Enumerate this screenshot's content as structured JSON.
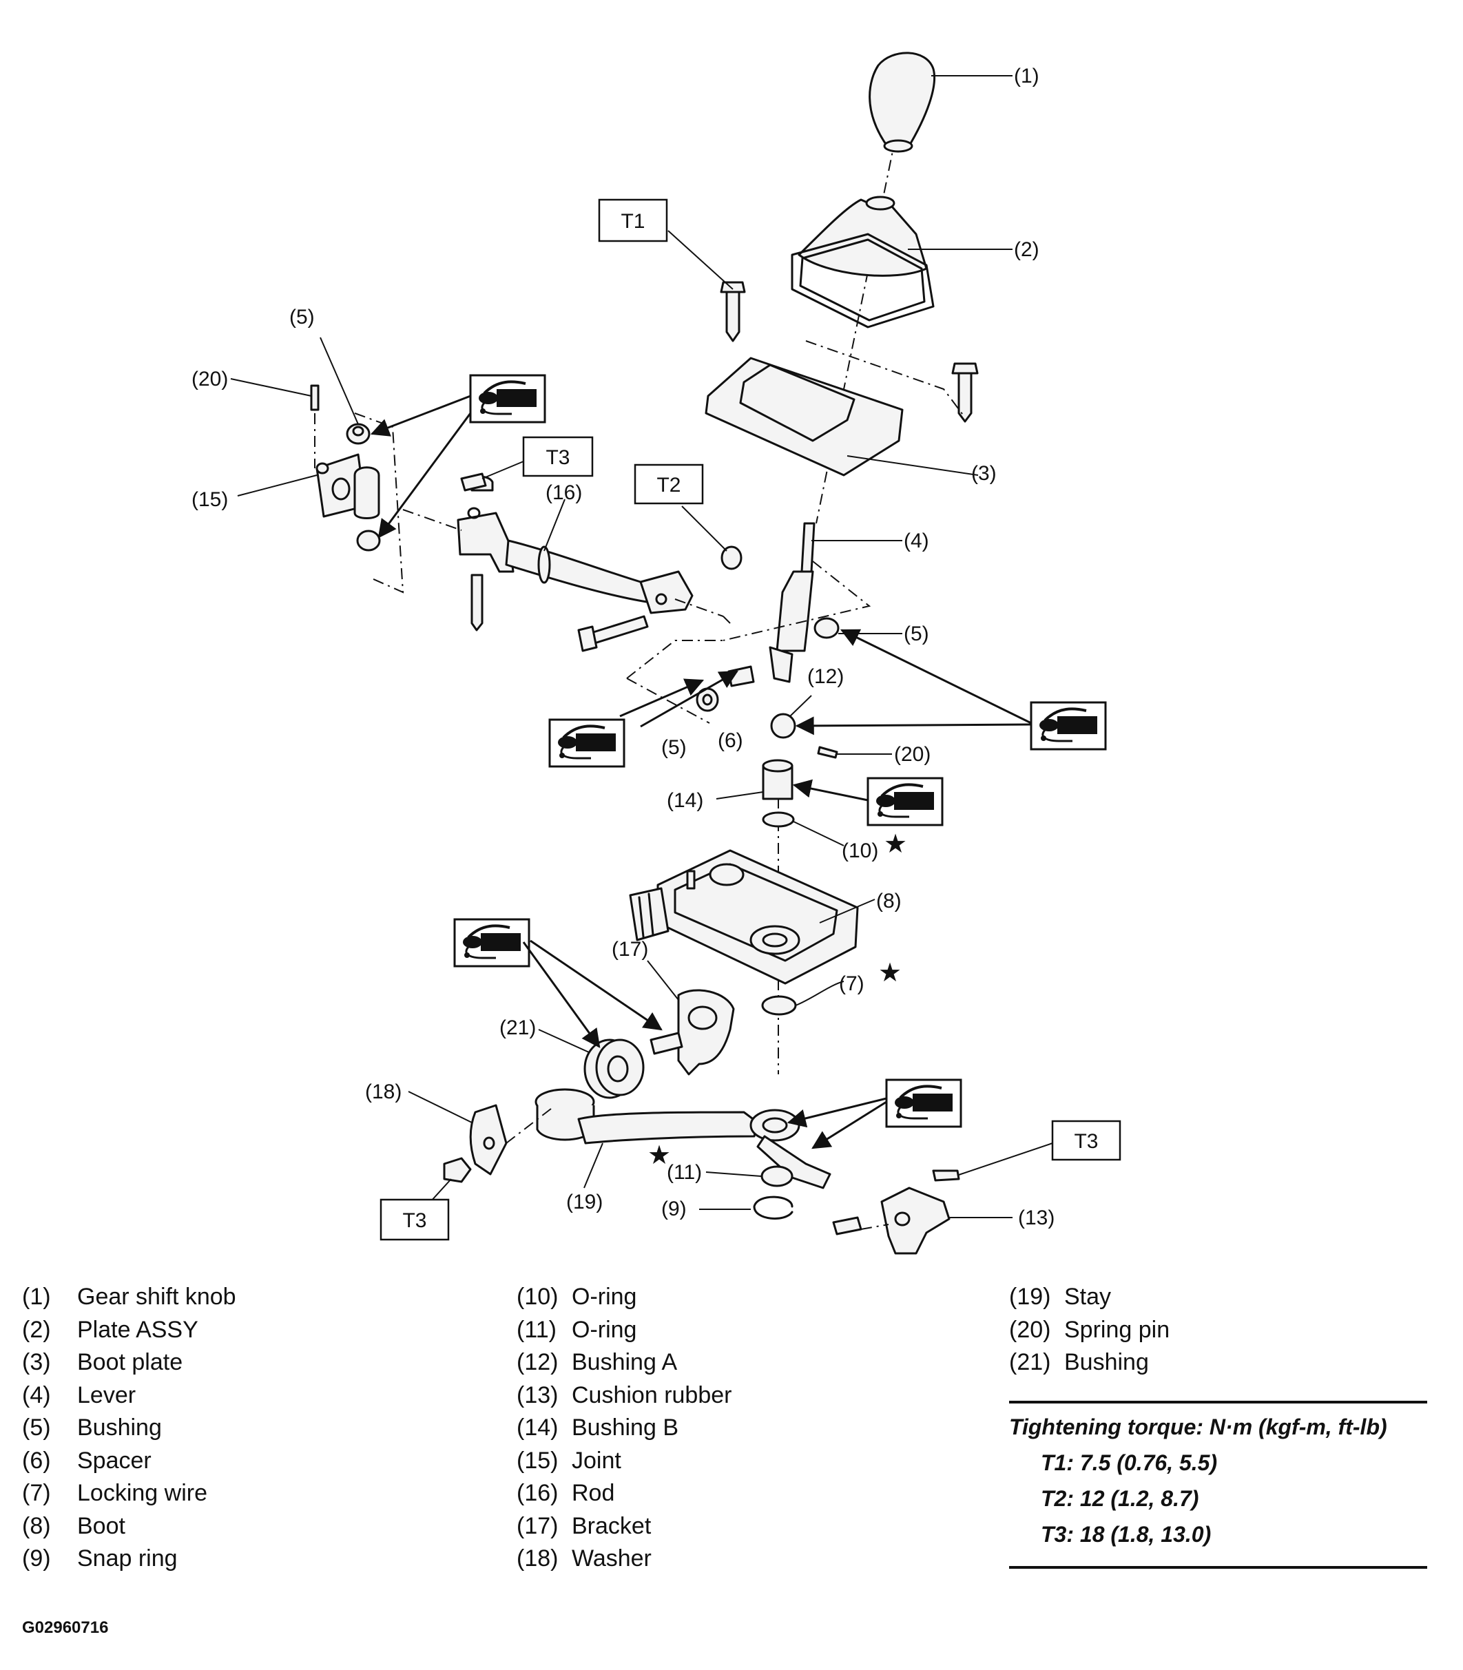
{
  "diagram": {
    "callouts": {
      "c1": "(1)",
      "c2": "(2)",
      "c3": "(3)",
      "c4": "(4)",
      "c5a": "(5)",
      "c5b": "(5)",
      "c5c": "(5)",
      "c6": "(6)",
      "c7": "(7)",
      "c8": "(8)",
      "c10": "(10)",
      "c11": "(11)",
      "c9": "(9)",
      "c12": "(12)",
      "c13": "(13)",
      "c14": "(14)",
      "c15": "(15)",
      "c16": "(16)",
      "c17": "(17)",
      "c18": "(18)",
      "c19": "(19)",
      "c20a": "(20)",
      "c20b": "(20)",
      "c21": "(21)"
    },
    "torque_tags": {
      "t1": "T1",
      "t2": "T2",
      "t3a": "T3",
      "t3b": "T3",
      "t3c": "T3"
    },
    "marks": {
      "star": "★"
    }
  },
  "legend": {
    "col1": [
      {
        "num": "(1)",
        "name": "Gear shift knob"
      },
      {
        "num": "(2)",
        "name": "Plate ASSY"
      },
      {
        "num": "(3)",
        "name": "Boot plate"
      },
      {
        "num": "(4)",
        "name": "Lever"
      },
      {
        "num": "(5)",
        "name": "Bushing"
      },
      {
        "num": "(6)",
        "name": "Spacer"
      },
      {
        "num": "(7)",
        "name": "Locking wire"
      },
      {
        "num": "(8)",
        "name": "Boot"
      },
      {
        "num": "(9)",
        "name": "Snap ring"
      }
    ],
    "col2": [
      {
        "num": "(10)",
        "name": "O-ring"
      },
      {
        "num": "(11)",
        "name": "O-ring"
      },
      {
        "num": "(12)",
        "name": "Bushing A"
      },
      {
        "num": "(13)",
        "name": "Cushion rubber"
      },
      {
        "num": "(14)",
        "name": "Bushing B"
      },
      {
        "num": "(15)",
        "name": "Joint"
      },
      {
        "num": "(16)",
        "name": "Rod"
      },
      {
        "num": "(17)",
        "name": "Bracket"
      },
      {
        "num": "(18)",
        "name": "Washer"
      }
    ],
    "col3": [
      {
        "num": "(19)",
        "name": "Stay"
      },
      {
        "num": "(20)",
        "name": "Spring pin"
      },
      {
        "num": "(21)",
        "name": "Bushing"
      }
    ]
  },
  "torque": {
    "title": "Tightening torque: N·m (kgf-m, ft-lb)",
    "specs": [
      "T1: 7.5 (0.76, 5.5)",
      "T2: 12 (1.2, 8.7)",
      "T3: 18 (1.8, 13.0)"
    ]
  },
  "figure_id": "G02960716"
}
